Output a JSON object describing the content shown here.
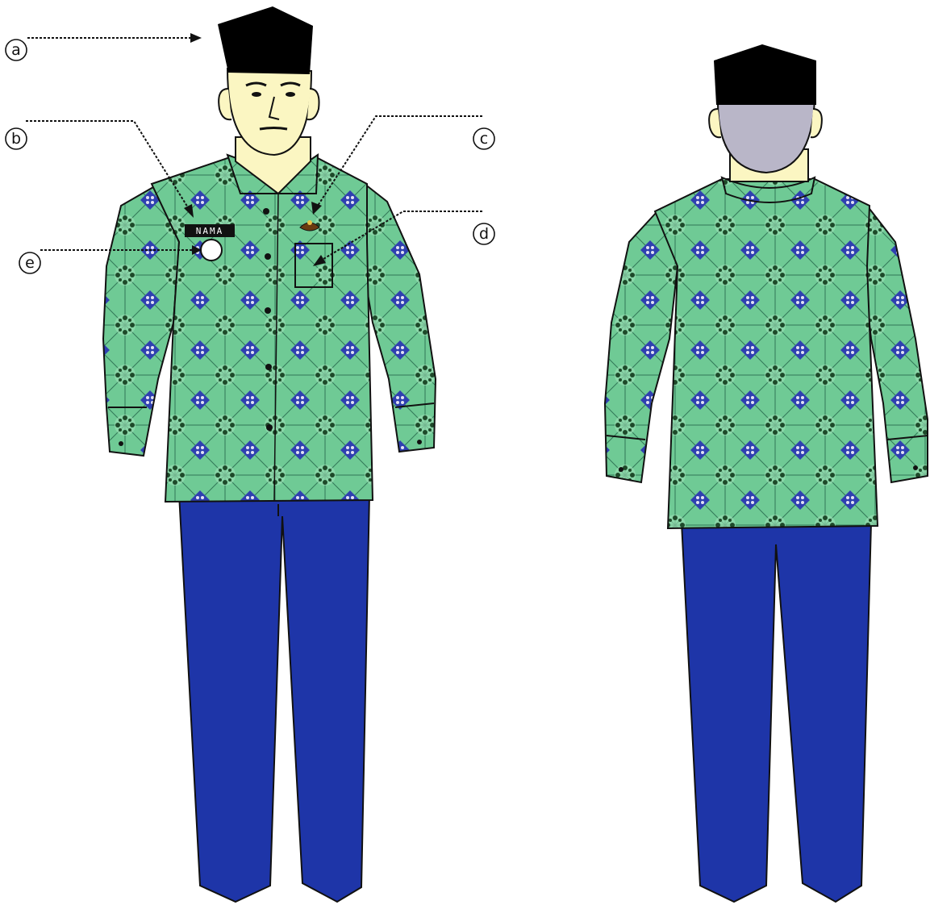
{
  "callouts": [
    {
      "id": "a",
      "label": "a"
    },
    {
      "id": "b",
      "label": "b"
    },
    {
      "id": "c",
      "label": "c"
    },
    {
      "id": "d",
      "label": "d"
    },
    {
      "id": "e",
      "label": "e"
    }
  ],
  "name_tag": "NAMA",
  "colors": {
    "cap": "#000000",
    "skin": "#fbf6c2",
    "hair_back": "#b9b6c8",
    "shirt_base": "#6fca95",
    "shirt_blue": "#2f3fb0",
    "shirt_dark": "#1e4a2a",
    "trousers": "#1e35a8",
    "outline": "#111111"
  }
}
